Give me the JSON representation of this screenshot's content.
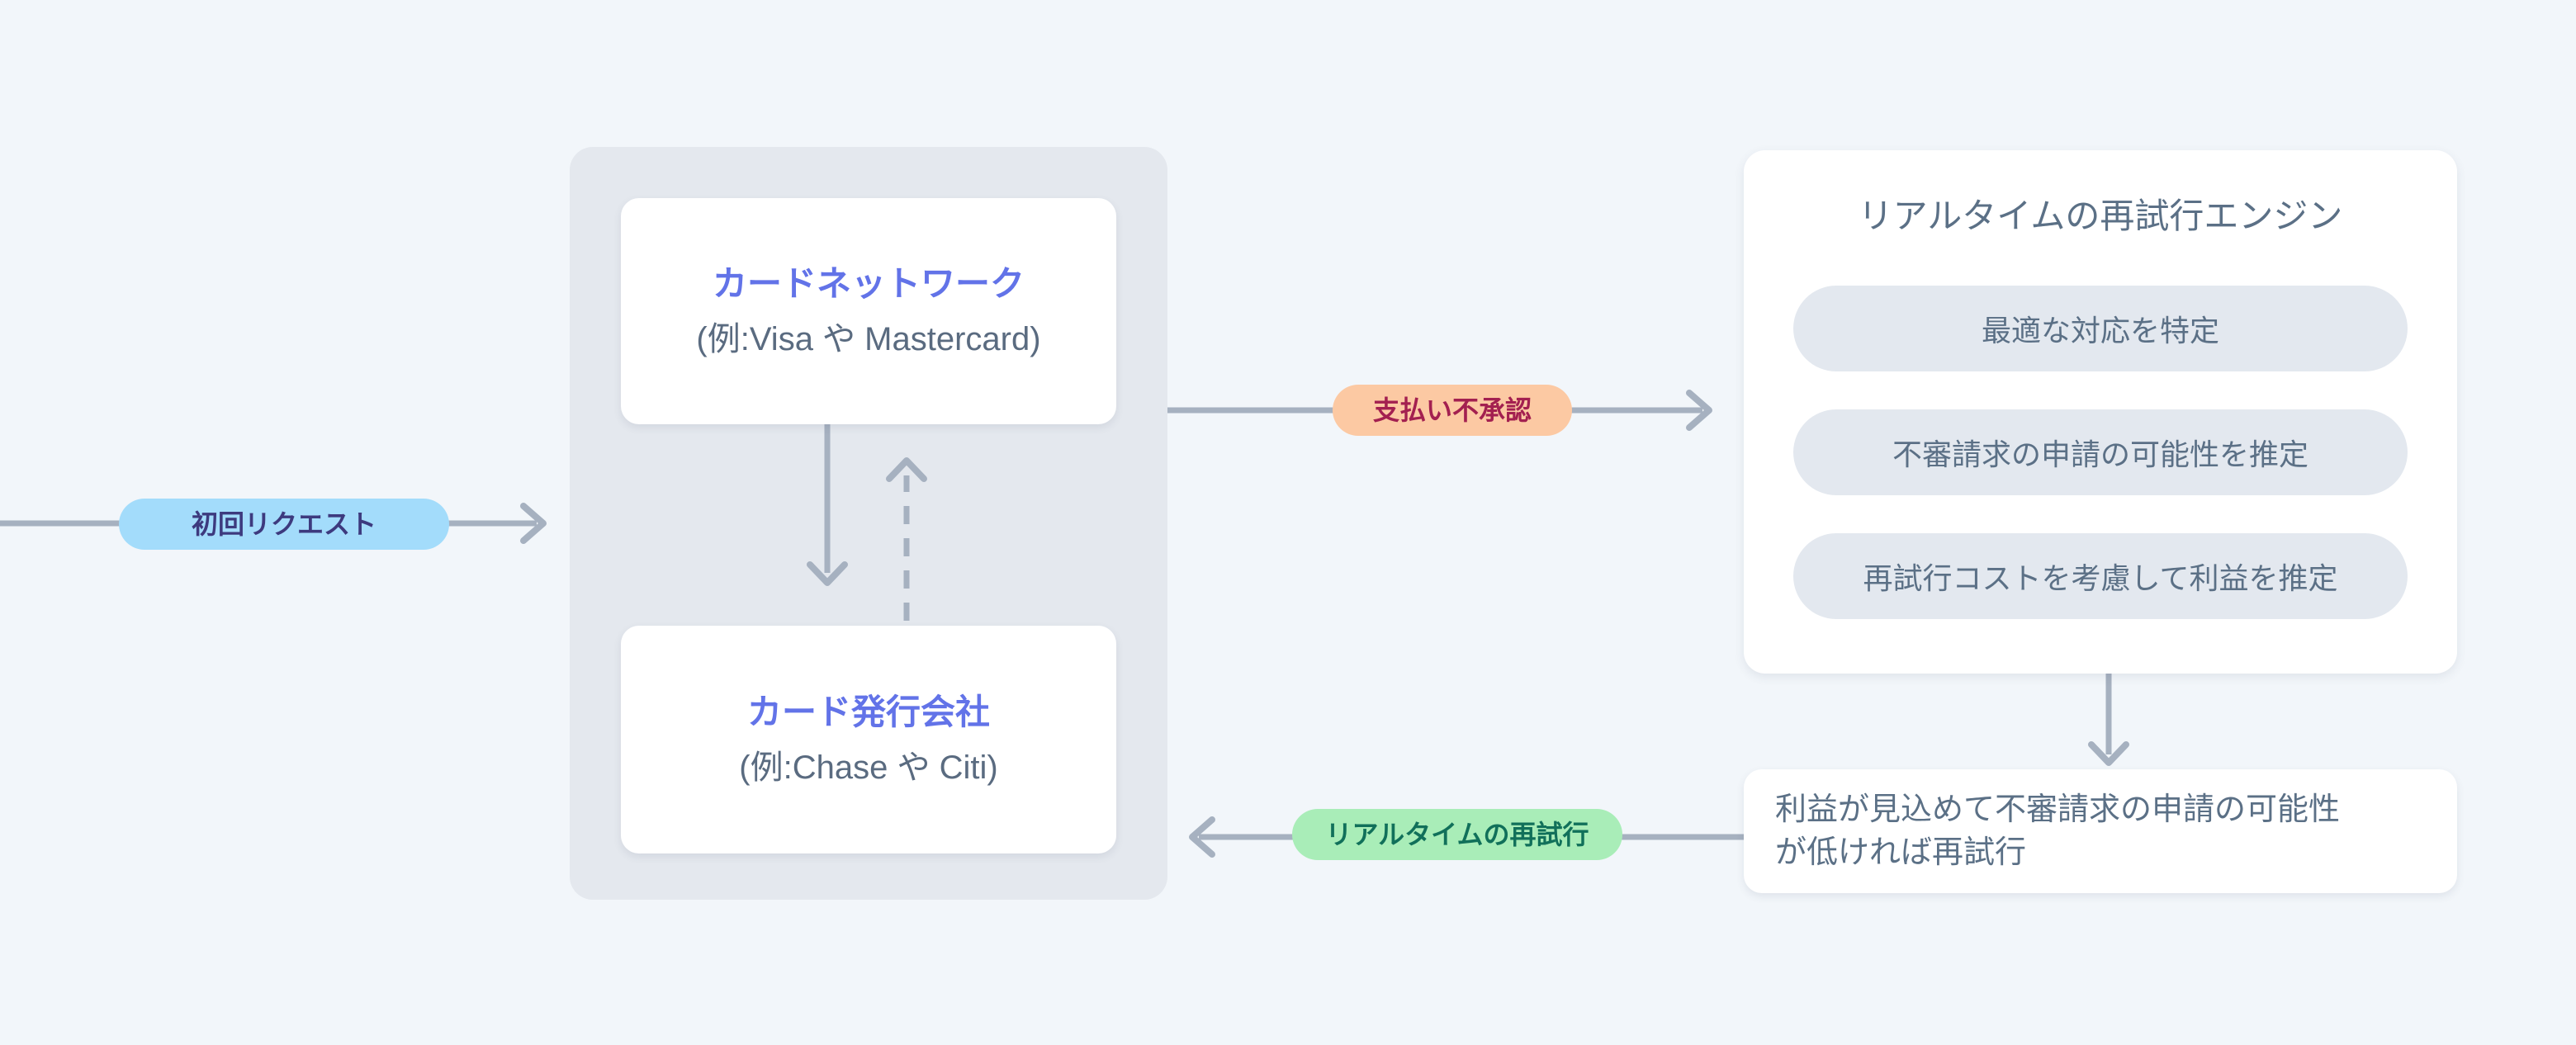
{
  "diagram": {
    "group": {
      "cards": [
        {
          "title": "カードネットワーク",
          "subtitle": "(例:Visa や Mastercard)"
        },
        {
          "title": "カード発行会社",
          "subtitle": "(例:Chase や Citi)"
        }
      ]
    },
    "engine": {
      "title": "リアルタイムの再試行エンジン",
      "steps": [
        "最適な対応を特定",
        "不審請求の申請の可能性を推定",
        "再試行コストを考慮して利益を推定"
      ]
    },
    "decision": {
      "text": "利益が見込めて不審請求の申請の可能性が低ければ再試行",
      "lines": [
        "利益が見込めて不審請求の申請の可能性",
        "が低ければ再試行"
      ]
    },
    "labels": {
      "initial_request": "初回リクエスト",
      "payment_declined": "支払い不承認",
      "realtime_retry": "リアルタイムの再試行"
    },
    "colors": {
      "background": "#f2f6fa",
      "group_box": "#e4e8ee",
      "arrow": "#a6b1c0",
      "card_title_purple": "#6273e8",
      "body_text_gray": "#5a6b80",
      "engine_text": "#5b7086",
      "engine_step_bg": "#e3e8ef",
      "pill_initial_bg": "#a3dcfb",
      "pill_initial_text": "#3d3a7e",
      "pill_declined_bg": "#fcc9a3",
      "pill_declined_text": "#a32050",
      "pill_retry_bg": "#a9edb8",
      "pill_retry_text": "#11705a"
    }
  }
}
